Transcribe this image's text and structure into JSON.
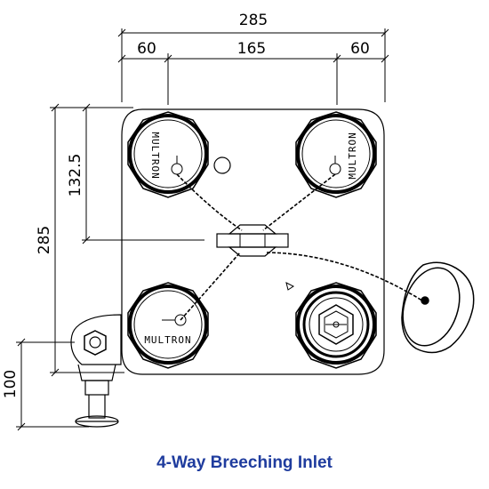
{
  "dimensions": {
    "overall_width": "285",
    "left_offset": "60",
    "center_spacing": "165",
    "right_offset": "60",
    "overall_height": "285",
    "inlet_height": "132.5",
    "drain_height": "100"
  },
  "labels": {
    "inlet_brand": "MULTRON"
  },
  "caption": "4-Way Breeching Inlet",
  "colors": {
    "caption": "#1f3c9e",
    "line": "#000000"
  }
}
